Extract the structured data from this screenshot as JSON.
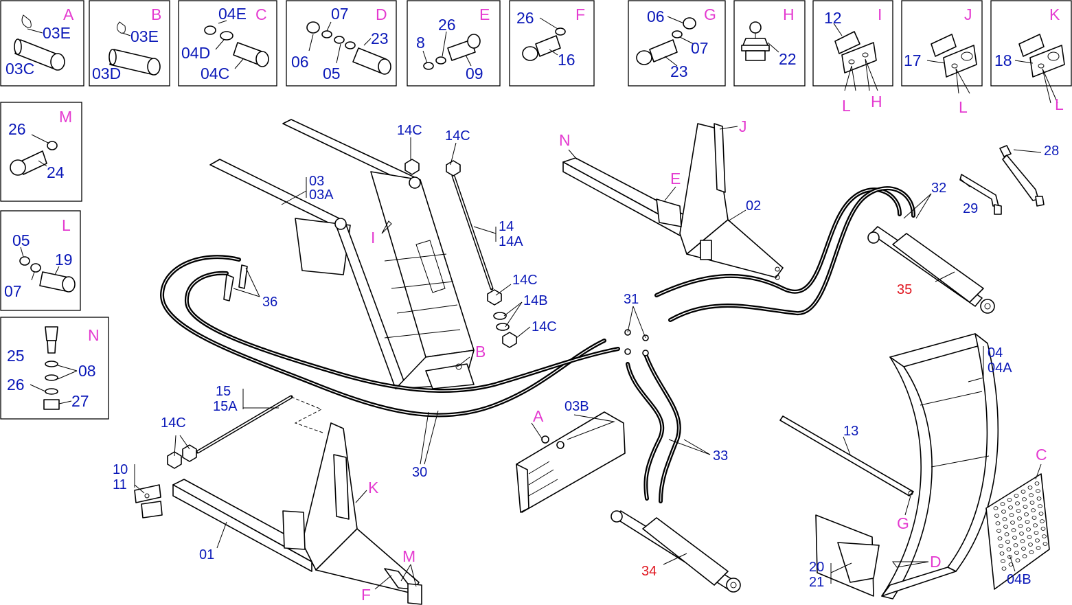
{
  "colors": {
    "part_number": "#0a18b8",
    "detail_key": "#e43ad0",
    "cylinder_number": "#e0141e",
    "line": "#000000",
    "background": "#ffffff"
  },
  "insets": {
    "A": {
      "key": "A",
      "labels": [
        "03E",
        "03C"
      ]
    },
    "B": {
      "key": "B",
      "labels": [
        "03E",
        "03D"
      ]
    },
    "C": {
      "key": "C",
      "labels": [
        "04E",
        "04D",
        "04C"
      ]
    },
    "D": {
      "key": "D",
      "labels": [
        "07",
        "06",
        "05",
        "23"
      ]
    },
    "E": {
      "key": "E",
      "labels": [
        "26",
        "8",
        "09"
      ]
    },
    "F": {
      "key": "F",
      "labels": [
        "26",
        "16"
      ]
    },
    "G": {
      "key": "G",
      "labels": [
        "06",
        "07",
        "23"
      ]
    },
    "H": {
      "key": "H",
      "labels": [
        "22"
      ]
    },
    "I": {
      "key": "I",
      "labels": [
        "12",
        "L",
        "H"
      ]
    },
    "J": {
      "key": "J",
      "labels": [
        "17",
        "L"
      ]
    },
    "K": {
      "key": "K",
      "labels": [
        "18",
        "L"
      ]
    },
    "M": {
      "key": "M",
      "labels": [
        "26",
        "24"
      ]
    },
    "L": {
      "key": "L",
      "labels": [
        "05",
        "19",
        "07"
      ]
    },
    "N": {
      "key": "N",
      "labels": [
        "25",
        "08",
        "26",
        "27"
      ]
    }
  },
  "callouts": {
    "p03": "03",
    "p03A": "03A",
    "p14C_a": "14C",
    "p14C_b": "14C",
    "p14": "14",
    "p14A": "14A",
    "p14C_c": "14C",
    "p14B": "14B",
    "p14C_d": "14C",
    "kI": "I",
    "kB": "B",
    "p36": "36",
    "kN": "N",
    "kJ": "J",
    "kE": "E",
    "p02": "02",
    "p28": "28",
    "p32": "32",
    "p29": "29",
    "p35": "35",
    "p31": "31",
    "p04": "04",
    "p04A": "04A",
    "p15": "15",
    "p15A": "15A",
    "p14C_e": "14C",
    "p30": "30",
    "kA": "A",
    "p03B": "03B",
    "p13": "13",
    "p10": "10",
    "p11": "11",
    "kK": "K",
    "p33": "33",
    "kC": "C",
    "kG": "G",
    "p01": "01",
    "kM": "M",
    "kF": "F",
    "p34": "34",
    "p20": "20",
    "p21": "21",
    "kD": "D",
    "p04B": "04B"
  }
}
